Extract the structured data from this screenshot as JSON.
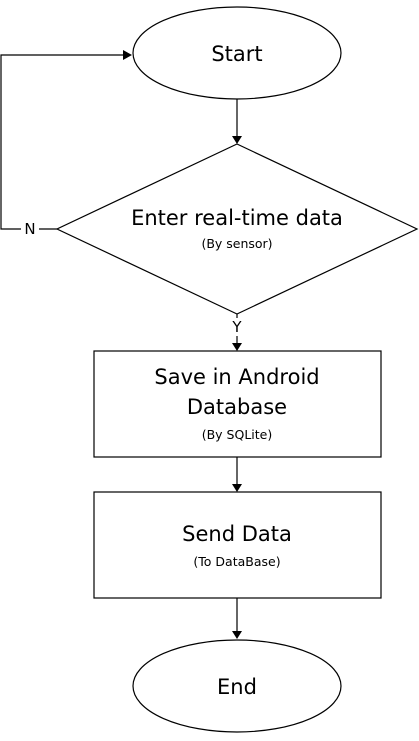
{
  "nodes": {
    "start": {
      "label": "Start"
    },
    "input": {
      "label": "Enter real-time data",
      "sublabel": "(By sensor)"
    },
    "save": {
      "label_line1": "Save in Android",
      "label_line2": "Database",
      "sublabel": "(By SQLite)"
    },
    "send": {
      "label": "Send Data",
      "sublabel": "(To DataBase)"
    },
    "end": {
      "label": "End"
    }
  },
  "branches": {
    "no": "N",
    "yes": "Y"
  }
}
